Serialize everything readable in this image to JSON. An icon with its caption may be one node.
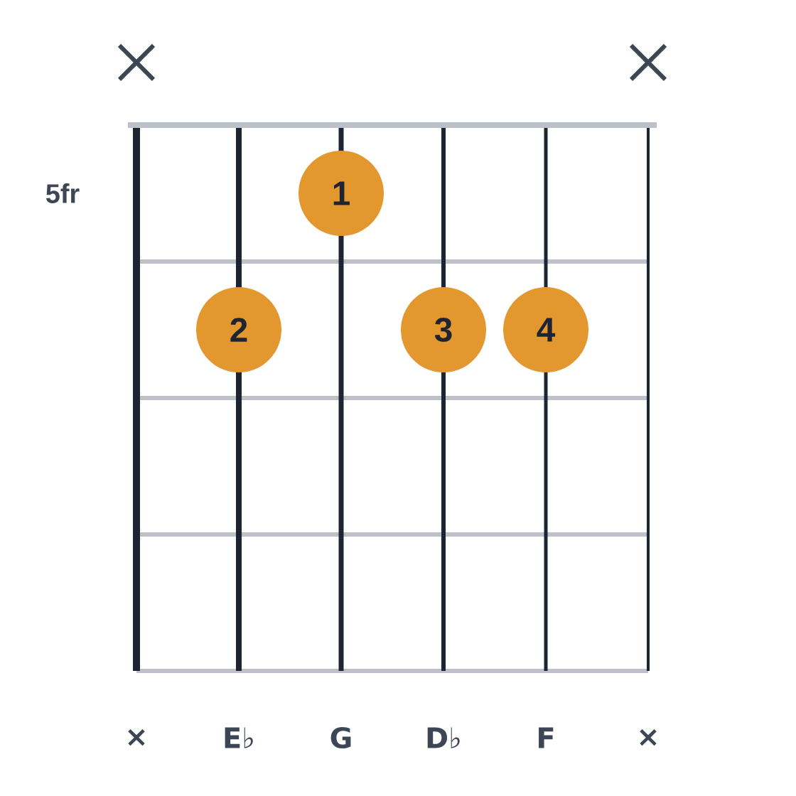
{
  "diagram": {
    "nodes": [
      {
        "text": [
          "1"
        ]
      },
      {
        "text": [
          "2"
        ]
      },
      {
        "text": [
          "3"
        ]
      },
      {
        "text": [
          "4"
        ]
      }
    ],
    "labels": [
      "5fr",
      "×",
      "E♭",
      "G",
      "D♭",
      "F",
      "×"
    ]
  }
}
